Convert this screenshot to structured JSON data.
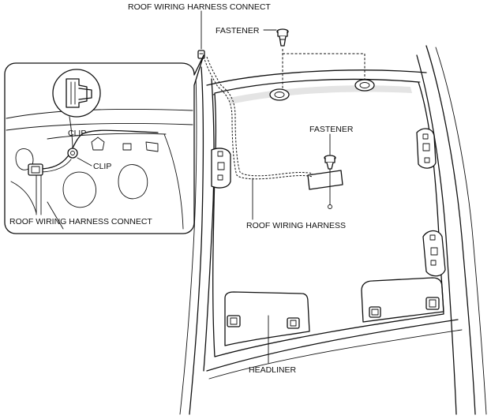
{
  "labels": {
    "roof_connect_top": "ROOF WIRING HARNESS CONNECT",
    "fastener_top": "FASTENER",
    "fastener_mid": "FASTENER",
    "clip_inset_top": "CLIP",
    "clip_inset_side": "CLIP",
    "roof_connect_inset": "ROOF WIRING HARNESS CONNECT",
    "roof_harness": "ROOF WIRING HARNESS",
    "headliner": "HEADLINER"
  },
  "colors": {
    "line": "#111111",
    "background": "#ffffff",
    "shade": "#e4e4e4"
  }
}
